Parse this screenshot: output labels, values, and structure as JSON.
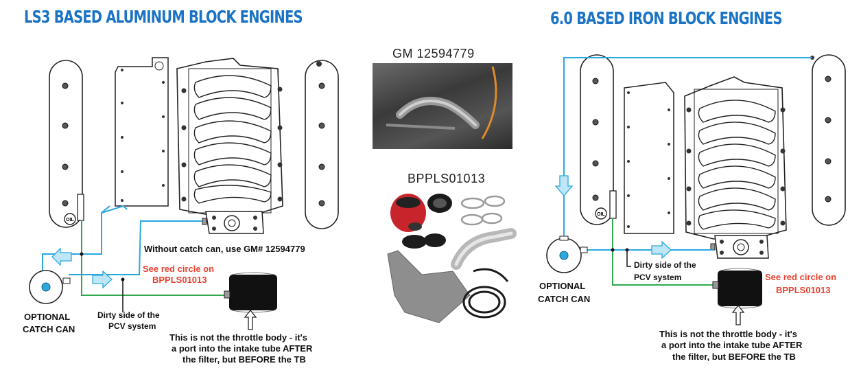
{
  "left": {
    "title": "LS3 BASED ALUMINUM BLOCK ENGINES",
    "without_catch": "Without catch can, use GM# 12594779",
    "red_line1": "See red circle on",
    "red_line2": "BPPLS01013",
    "dirty_line1": "Dirty side of the",
    "dirty_line2": "PCV system",
    "catch_line1": "OPTIONAL",
    "catch_line2": "CATCH CAN",
    "note_line1": "This is not the throttle body - it's",
    "note_line2": "a port into the intake tube AFTER",
    "note_line3": "the filter, but BEFORE the TB",
    "oil": "OIL"
  },
  "center": {
    "photo1_caption": "GM 12594779",
    "photo2_caption": "BPPLS01013"
  },
  "right": {
    "title": "6.0 BASED IRON BLOCK ENGINES",
    "red_line1": "See red circle on",
    "red_line2": "BPPLS01013",
    "dirty_line1": "Dirty side of the",
    "dirty_line2": "PCV system",
    "catch_line1": "OPTIONAL",
    "catch_line2": "CATCH CAN",
    "note_line1": "This is not the throttle body - it's",
    "note_line2": "a port into the intake tube AFTER",
    "note_line3": "the filter, but BEFORE the TB",
    "oil": "OIL"
  },
  "colors": {
    "title": "#1a73c4",
    "blue_line": "#29a8e0",
    "green_line": "#2fa84f",
    "red_text": "#e8412f"
  }
}
